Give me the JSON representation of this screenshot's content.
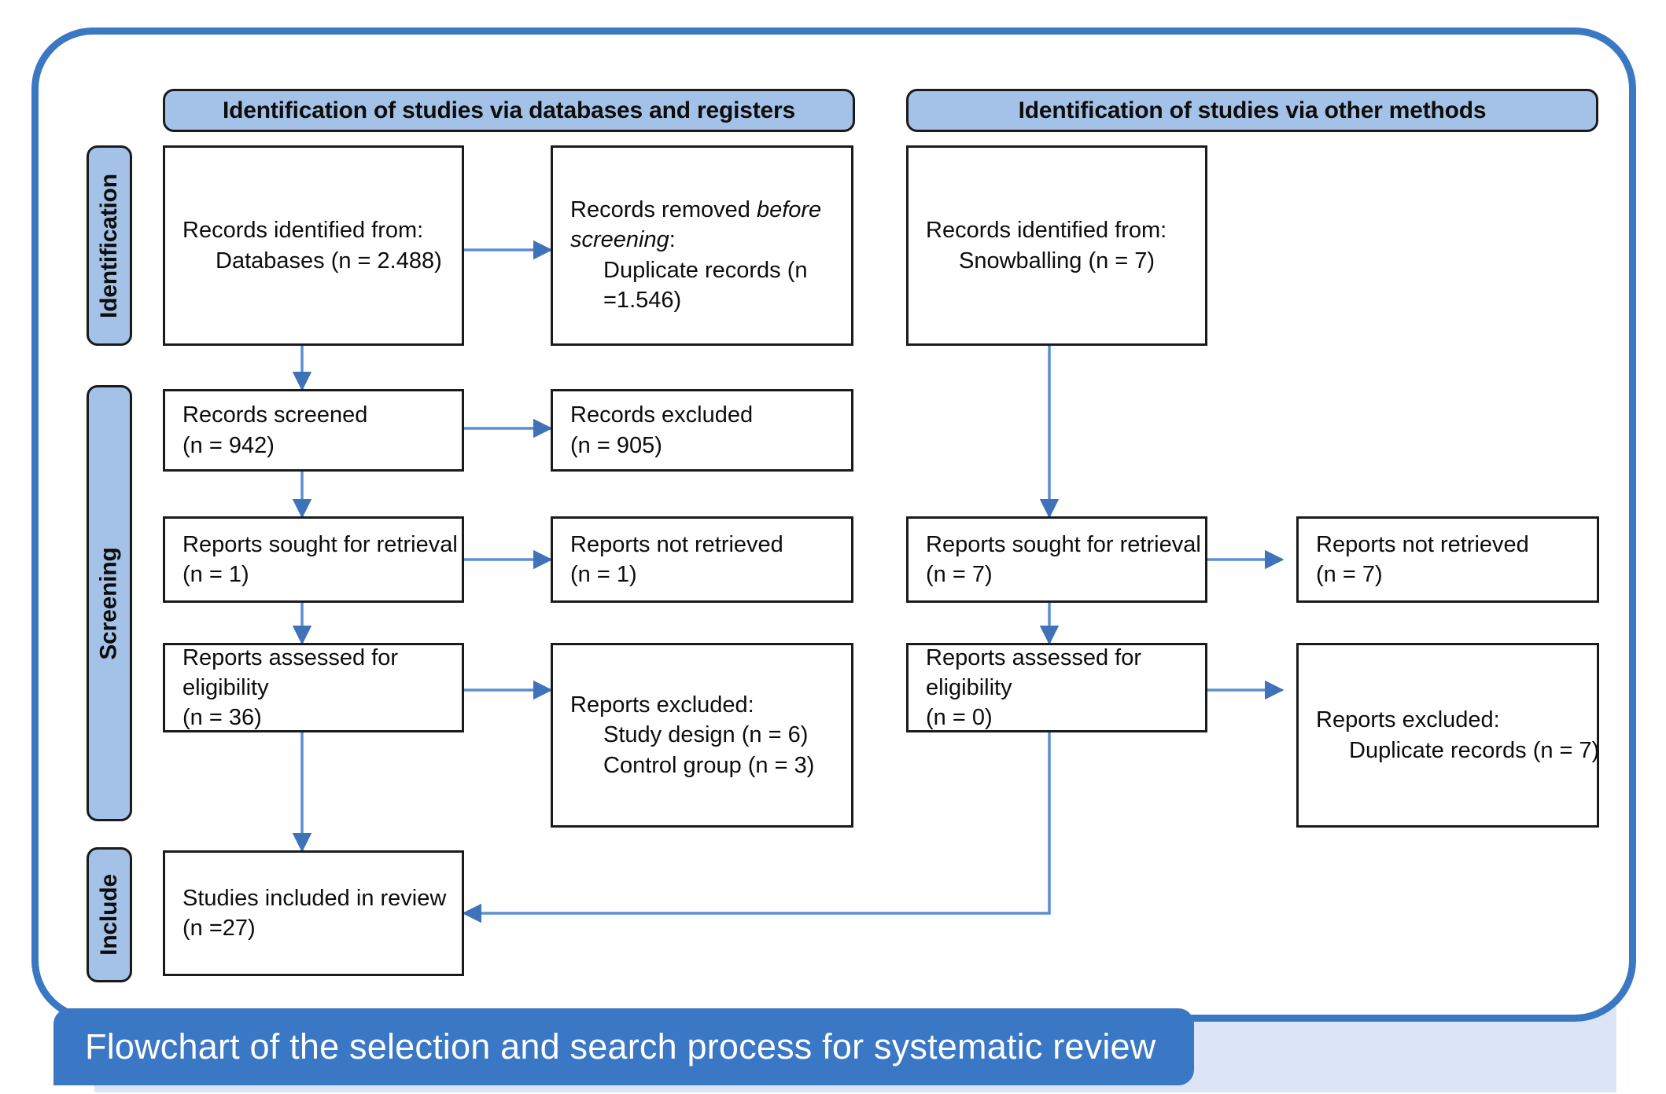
{
  "theme": {
    "header_fill": "#a4c2e8",
    "banner_fill": "#3a77c4",
    "frame_border": "#3b78c3",
    "frame_shadow": "#dbe5f5",
    "arrow_color": "#5b8fd0",
    "box_border": "#1b1b1b",
    "text_color": "#0d0d0d"
  },
  "stages": [
    {
      "label": "Identification"
    },
    {
      "label": "Screening"
    },
    {
      "label": "Include"
    }
  ],
  "columns": [
    {
      "header": "Identification of studies via databases and registers"
    },
    {
      "header": "Identification of studies via other methods"
    }
  ],
  "boxes": {
    "db_identified": {
      "line1": "Records identified from:",
      "line2": "Databases (n = 2.488)"
    },
    "db_removed": {
      "line1_a": "Records removed ",
      "line1_b": "before",
      "line2_a": "screening",
      "line2_b": ":",
      "line3": "Duplicate records (n",
      "line4": "=1.546)"
    },
    "records_screened": {
      "line1": "Records screened",
      "line2": "(n = 942)"
    },
    "records_excluded": {
      "line1": "Records excluded",
      "line2": "(n = 905)"
    },
    "reports_sought_db": {
      "line1": "Reports sought for retrieval",
      "line2": "(n = 1)"
    },
    "reports_not_retrieved_db": {
      "line1": "Reports not retrieved",
      "line2": "(n = 1)"
    },
    "reports_assessed_db": {
      "line1": "Reports assessed for",
      "line2": "eligibility",
      "line3": "(n = 36)"
    },
    "reports_excluded_db": {
      "line1": "Reports excluded:",
      "line2": "Study design (n = 6)",
      "line3": "Control group (n = 3)"
    },
    "other_identified": {
      "line1": "Records identified from:",
      "line2": "Snowballing (n = 7)"
    },
    "reports_sought_other": {
      "line1": "Reports sought for retrieval",
      "line2": "(n = 7)"
    },
    "reports_not_retrieved_other": {
      "line1": "Reports not retrieved",
      "line2": "(n = 7)"
    },
    "reports_assessed_other": {
      "line1": "Reports assessed for",
      "line2": "eligibility",
      "line3": "(n = 0)"
    },
    "reports_excluded_other": {
      "line1": "Reports excluded:",
      "line2": "Duplicate records (n = 7)"
    },
    "studies_included": {
      "line1": "Studies included in review",
      "line2": "(n =27)"
    }
  },
  "caption": {
    "text": "Flowchart of the selection and search process for systematic review"
  }
}
